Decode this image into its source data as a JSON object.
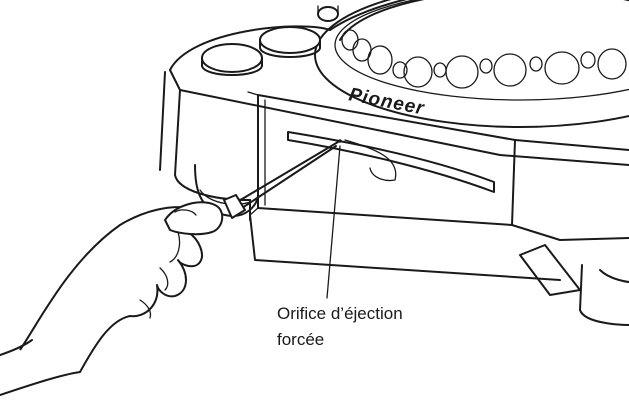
{
  "brand": {
    "logo_text": "Pioneer"
  },
  "callout": {
    "line1": "Orifice d’éjection",
    "line2": "forcée"
  },
  "colors": {
    "ink": "#1a1a1a",
    "background": "#ffffff"
  }
}
